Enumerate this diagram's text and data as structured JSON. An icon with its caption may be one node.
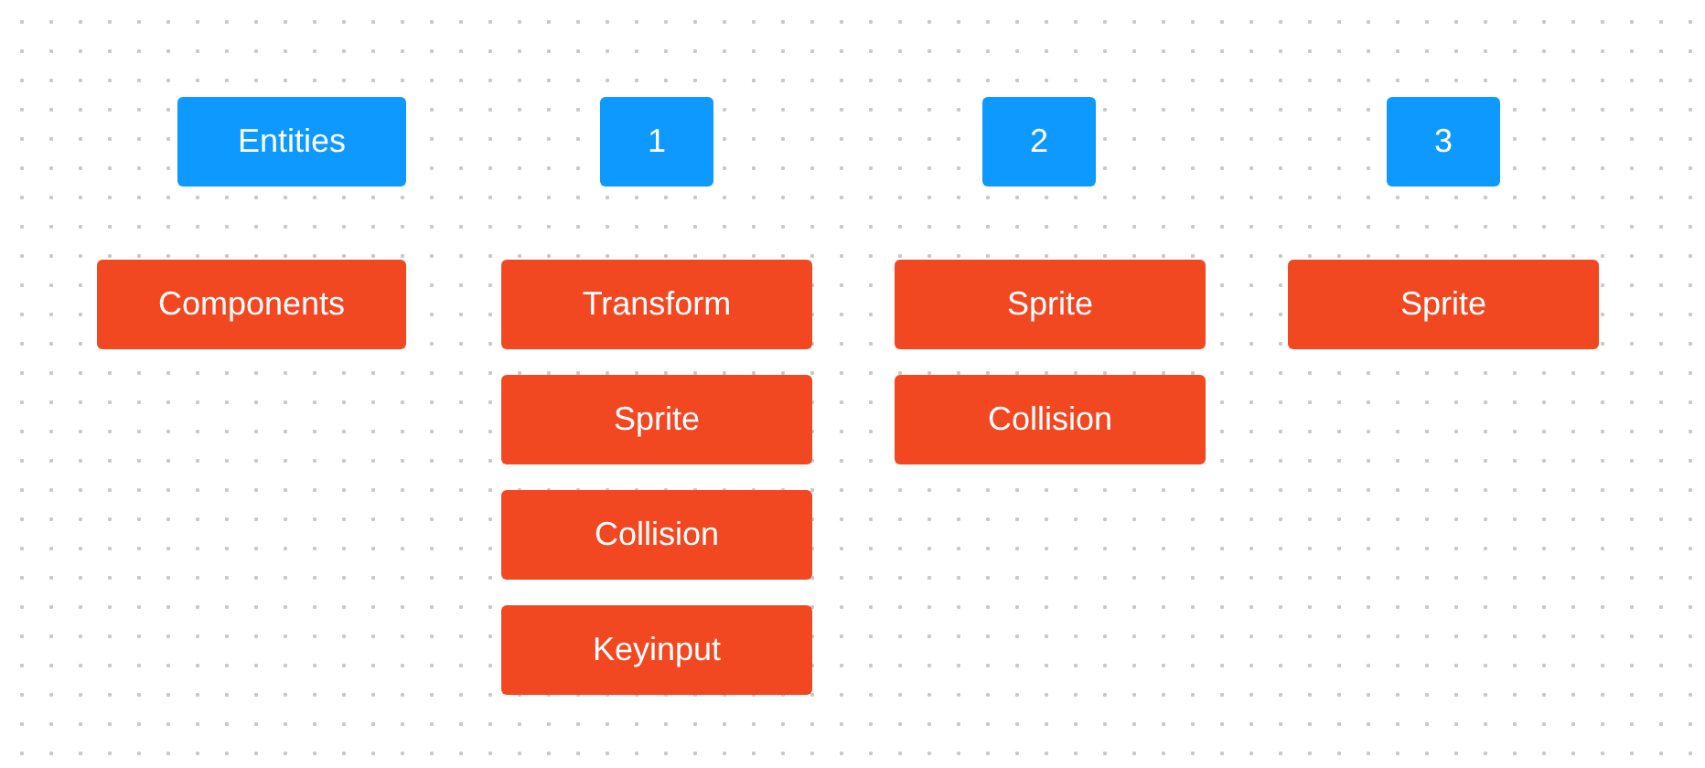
{
  "diagram": {
    "nodes": [
      {
        "text": [
          "Entities"
        ]
      },
      {
        "text": [
          "1"
        ]
      },
      {
        "text": [
          "2"
        ]
      },
      {
        "text": [
          "3"
        ]
      },
      {
        "text": [
          "Components"
        ]
      },
      {
        "text": [
          "Transform"
        ]
      },
      {
        "text": [
          "Sprite"
        ]
      },
      {
        "text": [
          "Sprite"
        ]
      },
      {
        "text": [
          "Sprite"
        ]
      },
      {
        "text": [
          "Collision"
        ]
      },
      {
        "text": [
          "Collision"
        ]
      },
      {
        "text": [
          "Keyinput"
        ]
      }
    ]
  }
}
